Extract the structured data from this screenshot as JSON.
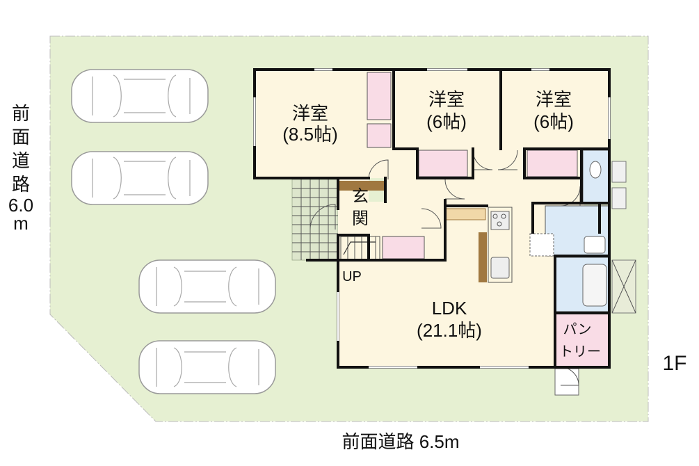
{
  "rooms": {
    "western_large": {
      "name": "洋室",
      "size": "(8.5帖)"
    },
    "western_mid": {
      "name": "洋室",
      "size": "(6帖)"
    },
    "western_right": {
      "name": "洋室",
      "size": "(6帖)"
    },
    "entrance": {
      "line1": "玄",
      "line2": "関"
    },
    "ldk": {
      "name": "LDK",
      "size": "(21.1帖)"
    },
    "pantry": {
      "line1": "パン",
      "line2": "トリー"
    },
    "stairs": "UP"
  },
  "roads": {
    "left": {
      "c1": "前",
      "c2": "面",
      "c3": "道",
      "c4": "路",
      "c5": "6.0",
      "c6": "m"
    },
    "bottom": "前面道路 6.5m"
  },
  "floor": "1F",
  "parking": {
    "count": 4
  },
  "colors": {
    "lot": "#e6f0d2",
    "room": "#fdf6e0",
    "closet": "#f9dce6",
    "wet": "#dbeaf7",
    "entrance_tile": "#dde6cc",
    "wood": "#a07840"
  }
}
